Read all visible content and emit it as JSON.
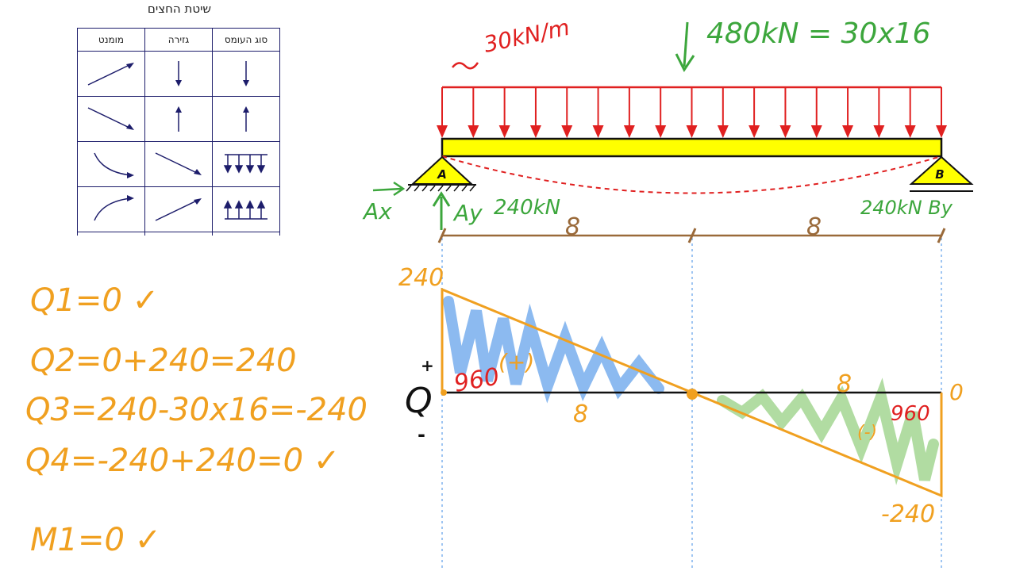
{
  "legend": {
    "title": "שיטת החצים",
    "headers": [
      "מומנט",
      "גזירה",
      "סוג העומס"
    ]
  },
  "colors": {
    "ink_orange": "#f0a020",
    "ink_green": "#3ca63c",
    "ink_red": "#e02020",
    "ink_brown": "#9a6a3a",
    "beam_fill": "#ffff00",
    "table_ink": "#1d1d6b",
    "blue_hatch": "#7fb2ee",
    "green_hatch": "#a8d898"
  },
  "diagram": {
    "load_label": "30kN/m",
    "total_load_label": "480kN = 30x16",
    "support_a_label": "A",
    "support_b_label": "B",
    "ax_label": "Ax",
    "ay_label": "Ay",
    "reaction_a_value": "240kN",
    "reaction_b_label": "240kN  By",
    "span_left": "8",
    "span_right": "8",
    "shear_top_value": "240",
    "shear_zero_value": "0",
    "shear_bottom_value": "-240",
    "area_left_value": "960",
    "area_left_sign": "(+)",
    "area_right_value": "960",
    "area_right_sign": "(-)",
    "left_base_label": "8",
    "right_top_label": "8",
    "axis_symbol": "Q",
    "plus_mark": "+",
    "minus_mark": "-"
  },
  "equations": [
    "Q1=0 ✓",
    "Q2=0+240=240",
    "Q3=240-30x16=-240",
    "Q4=-240+240=0 ✓",
    "M1=0 ✓"
  ]
}
